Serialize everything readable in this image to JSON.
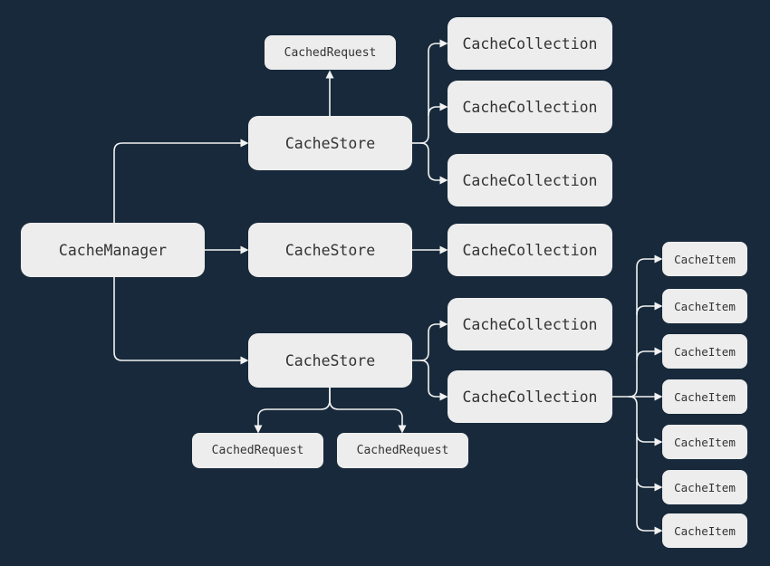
{
  "colors": {
    "background": "#17293a",
    "node_fill": "#ededed",
    "node_text": "#333333",
    "edge": "#f2f2f2"
  },
  "diagram": {
    "type": "flowchart",
    "direction": "left-to-right",
    "nodes": [
      {
        "id": "cache-manager",
        "label": "CacheManager"
      },
      {
        "id": "cached-request-top",
        "label": "CachedRequest"
      },
      {
        "id": "cache-store-1",
        "label": "CacheStore"
      },
      {
        "id": "cache-store-2",
        "label": "CacheStore"
      },
      {
        "id": "cache-store-3",
        "label": "CacheStore"
      },
      {
        "id": "cache-collection-1",
        "label": "CacheCollection"
      },
      {
        "id": "cache-collection-2",
        "label": "CacheCollection"
      },
      {
        "id": "cache-collection-3",
        "label": "CacheCollection"
      },
      {
        "id": "cache-collection-4",
        "label": "CacheCollection"
      },
      {
        "id": "cache-collection-5",
        "label": "CacheCollection"
      },
      {
        "id": "cache-collection-6",
        "label": "CacheCollection"
      },
      {
        "id": "cached-request-left",
        "label": "CachedRequest"
      },
      {
        "id": "cached-request-right",
        "label": "CachedRequest"
      },
      {
        "id": "cache-item-1",
        "label": "CacheItem"
      },
      {
        "id": "cache-item-2",
        "label": "CacheItem"
      },
      {
        "id": "cache-item-3",
        "label": "CacheItem"
      },
      {
        "id": "cache-item-4",
        "label": "CacheItem"
      },
      {
        "id": "cache-item-5",
        "label": "CacheItem"
      },
      {
        "id": "cache-item-6",
        "label": "CacheItem"
      },
      {
        "id": "cache-item-7",
        "label": "CacheItem"
      }
    ],
    "edges": [
      "CacheManager -> CacheStore (top)",
      "CacheManager -> CacheStore (middle)",
      "CacheManager -> CacheStore (bottom)",
      "CacheStore (top) -> CachedRequest (top)",
      "CacheStore (top) -> CacheCollection x3",
      "CacheStore (middle) -> CacheCollection",
      "CacheStore (bottom) -> CacheCollection x2",
      "CacheStore (bottom) -> CachedRequest x2",
      "CacheCollection (bottom) -> CacheItem x7"
    ]
  }
}
